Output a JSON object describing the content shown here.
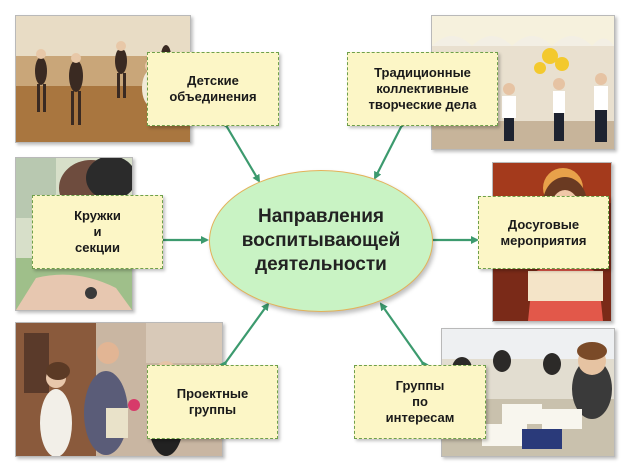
{
  "center": {
    "text": "Направления\nвоспитывающей\nдеятельности"
  },
  "nodes": [
    {
      "id": "top-left",
      "text": "Детские\nобъединения"
    },
    {
      "id": "top-right",
      "text": "Традиционные\nколлективные\nтворческие дела"
    },
    {
      "id": "mid-left",
      "text": "Кружки\nи\nсекции"
    },
    {
      "id": "mid-right",
      "text": "Досуговые\nмероприятия"
    },
    {
      "id": "bottom-left",
      "text": "Проектные\nгруппы"
    },
    {
      "id": "bottom-right",
      "text": "Группы\nпо\nинтересам"
    }
  ],
  "colors": {
    "label_bg": "#fcf6c6",
    "label_border": "#6fa04a",
    "ellipse_fill": "#c9f3c4",
    "ellipse_border": "#e3b25a",
    "arrow": "#3c9a6e"
  }
}
